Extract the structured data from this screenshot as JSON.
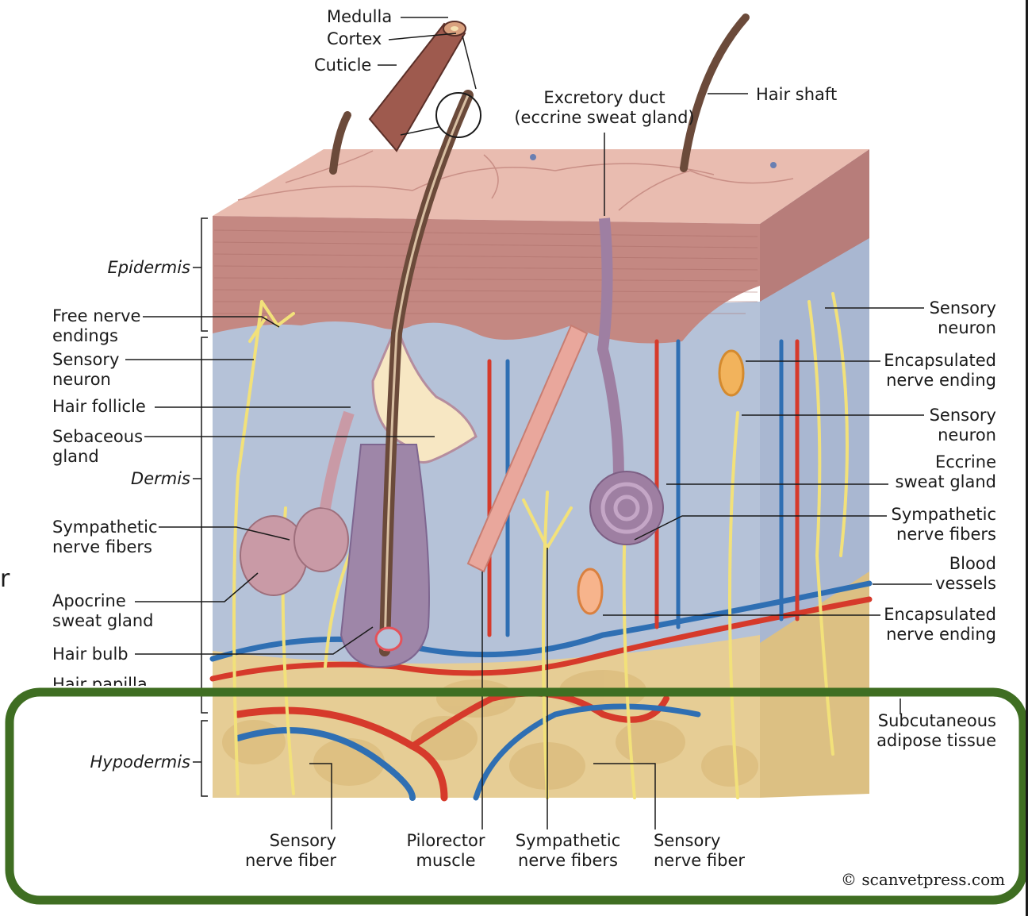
{
  "labels": {
    "medulla": "Medulla",
    "cortex": "Cortex",
    "cuticle": "Cuticle",
    "excretory_duct": "Excretory duct\n(eccrine sweat gland)",
    "hair_shaft": "Hair shaft",
    "epidermis": "Epidermis",
    "dermis": "Dermis",
    "hypodermis": "Hypodermis",
    "free_nerve_endings": "Free nerve\nendings",
    "sensory_neuron_left": "Sensory\nneuron",
    "hair_follicle": "Hair follicle",
    "sebaceous_gland": "Sebaceous\ngland",
    "sympathetic_nerve_fibers_left": "Sympathetic\nnerve fibers",
    "apocrine_sweat_gland": "Apocrine\nsweat gland",
    "hair_bulb": "Hair bulb",
    "hair_papilla_partial": "Hair papilla",
    "sensory_neuron_right_1": "Sensory\nneuron",
    "encapsulated_nerve_ending_1": "Encapsulated\nnerve ending",
    "sensory_neuron_right_2": "Sensory\nneuron",
    "eccrine_sweat_gland": "Eccrine\nsweat gland",
    "sympathetic_nerve_fibers_right": "Sympathetic\nnerve fibers",
    "blood_vessels": "Blood\nvessels",
    "encapsulated_nerve_ending_2": "Encapsulated\nnerve ending",
    "subcutaneous_adipose": "Subcutaneous\nadipose tissue",
    "sensory_nerve_fiber_bottom_1": "Sensory\nnerve fiber",
    "pilorector_muscle": "Pilorector\nmuscle",
    "sympathetic_nerve_fibers_bottom": "Sympathetic\nnerve fibers",
    "sensory_nerve_fiber_bottom_2": "Sensory\nnerve fiber",
    "copyright": "© scanvetpress.com",
    "edge_fragment": "r"
  },
  "colors": {
    "epidermis_top": "#e8b8ac",
    "epidermis_cells": "#c98a82",
    "dermis": "#b7c4da",
    "hypodermis": "#e8cf98",
    "artery": "#d63a2b",
    "vein": "#2f6fb3",
    "nerve": "#f2e17a",
    "hair": "#6b4a3a",
    "gland_pink": "#c99aa6",
    "gland_purple": "#9e7fa2",
    "sebaceous": "#f7e7c3",
    "highlight_box": "#3f6e22"
  }
}
